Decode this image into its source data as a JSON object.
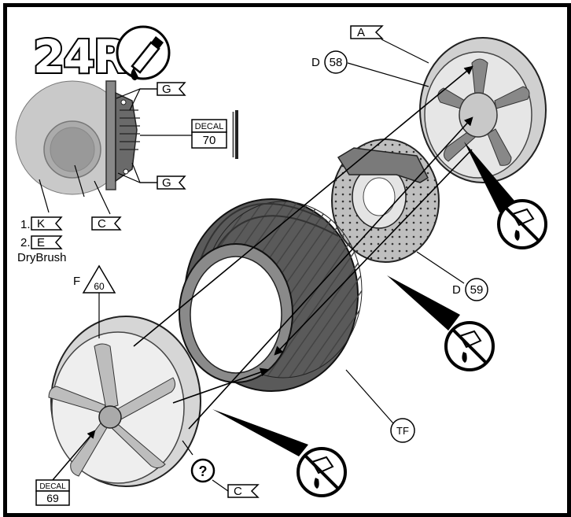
{
  "step_number": "24R",
  "colors": {
    "ink": "#000000",
    "paper": "#ffffff",
    "rubber": "#6f6f6f",
    "metal": "#c8c8c8",
    "disc": "#9a9a9a"
  },
  "icons": [
    "glue-tube-icon",
    "no-glue-icon",
    "question-icon"
  ],
  "caliper": {
    "upper_tag": "G",
    "lower_tag": "G",
    "decal_label": "DECAL",
    "decal_number": "70",
    "hub_tag": "C",
    "disc_paint_index": "1.",
    "disc_paint_code": "K",
    "drybrush_index": "2.",
    "drybrush_code": "E",
    "drybrush_text": "DryBrush"
  },
  "wheel_rear": {
    "tag": "A",
    "part_letter": "D",
    "part_number": "58"
  },
  "disc": {
    "part_letter": "D",
    "part_number": "59"
  },
  "tire": {
    "part_code": "TF"
  },
  "wheel_front": {
    "part_letter": "F",
    "part_number": "60",
    "decal_label": "DECAL",
    "decal_number": "69",
    "question_mark": "?",
    "tag": "C"
  }
}
